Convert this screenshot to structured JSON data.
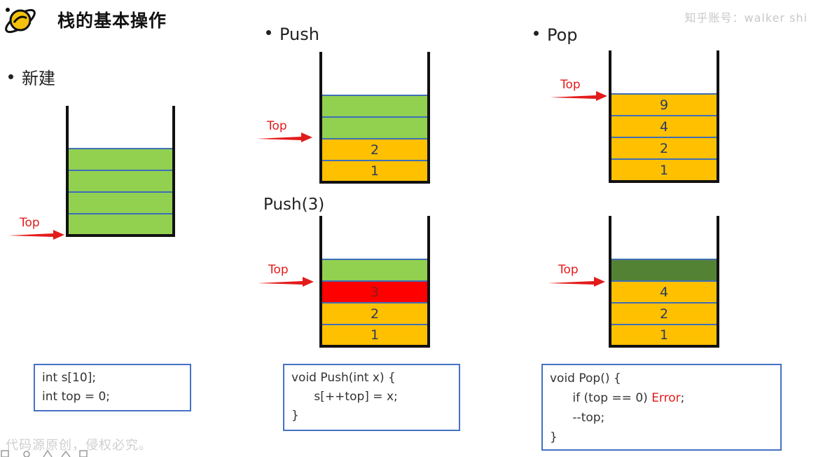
{
  "header": {
    "title": "栈的基本操作",
    "account": "知乎账号：walker shi",
    "logo_icon": "planet-logo-icon"
  },
  "footer": {
    "note": "代码源原创，侵权必究。"
  },
  "sections": {
    "new": {
      "label": "新建"
    },
    "push": {
      "label": "Push",
      "sub_label": "Push(3)"
    },
    "pop": {
      "label": "Pop"
    }
  },
  "top_label": "Top",
  "stacks": {
    "new": [
      "",
      "",
      "",
      ""
    ],
    "push_before": [
      "",
      "",
      "2",
      "1"
    ],
    "push_after": [
      "",
      "3",
      "2",
      "1"
    ],
    "pop_before": [
      "9",
      "4",
      "2",
      "1"
    ],
    "pop_after": [
      "",
      "4",
      "2",
      "1"
    ]
  },
  "colors": {
    "green": "#92d050",
    "orange": "#ffc000",
    "red": "#ff0000",
    "dark_green": "#548235",
    "arrow_red": "#e31b1b",
    "box_border": "#4472c4"
  },
  "code": {
    "new": [
      "int s[10];",
      "int top = 0;"
    ],
    "push": [
      "void Push(int x) {",
      "      s[++top] = x;",
      "}"
    ],
    "pop": [
      "void Pop() {",
      "      if (top == 0) ",
      "Error",
      ";",
      "      --top;",
      "}"
    ]
  }
}
